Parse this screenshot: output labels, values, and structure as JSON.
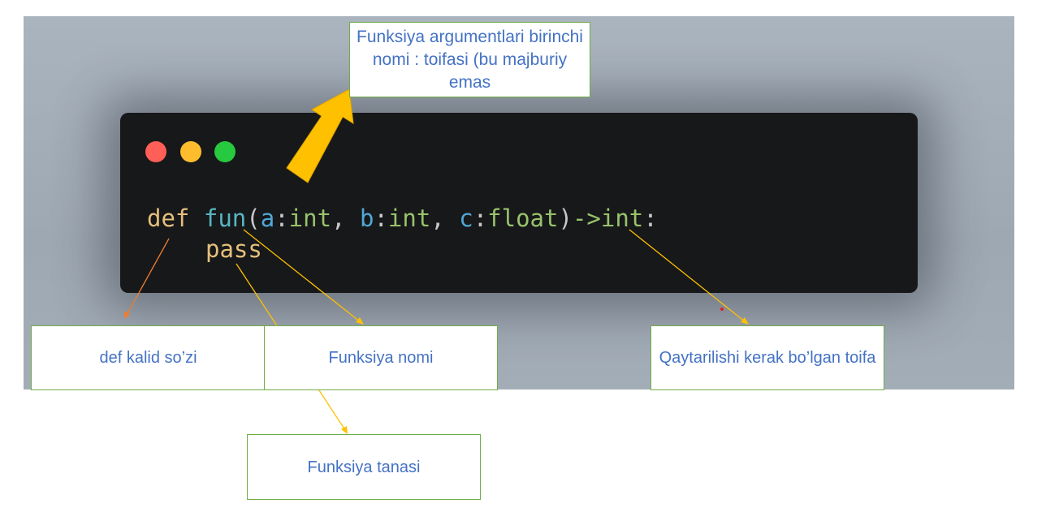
{
  "code": {
    "line1": [
      {
        "text": "def",
        "cls": "kw"
      },
      {
        "text": " ",
        "cls": "pu"
      },
      {
        "text": "fun",
        "cls": "fn"
      },
      {
        "text": "(",
        "cls": "pu"
      },
      {
        "text": "a",
        "cls": "pa"
      },
      {
        "text": ":",
        "cls": "pu"
      },
      {
        "text": "int",
        "cls": "ty"
      },
      {
        "text": ", ",
        "cls": "pu"
      },
      {
        "text": "b",
        "cls": "pa"
      },
      {
        "text": ":",
        "cls": "pu"
      },
      {
        "text": "int",
        "cls": "ty"
      },
      {
        "text": ", ",
        "cls": "pu"
      },
      {
        "text": "c",
        "cls": "pa"
      },
      {
        "text": ":",
        "cls": "pu"
      },
      {
        "text": "float",
        "cls": "ty"
      },
      {
        "text": ")",
        "cls": "pu"
      },
      {
        "text": "->",
        "cls": "ty"
      },
      {
        "text": "int",
        "cls": "ty"
      },
      {
        "text": ":",
        "cls": "pu"
      }
    ],
    "line2": "pass"
  },
  "window_dots": {
    "red": "#ff5f56",
    "yellow": "#ffbd2e",
    "green": "#27c93f"
  },
  "labels": {
    "arguments": "Funksiya argumentlari birinchi nomi : toifasi (bu majburiy emas",
    "def_keyword": "def kalid so’zi",
    "function_name": "Funksiya nomi",
    "return_type": "Qaytarilishi kerak bo’lgan toifa",
    "function_body": "Funksiya tanasi"
  },
  "colors": {
    "label_text": "#4472c4",
    "box_border": "#70ad47",
    "arrow_yellow": "#ffc000",
    "arrow_orange": "#ed7d31"
  }
}
